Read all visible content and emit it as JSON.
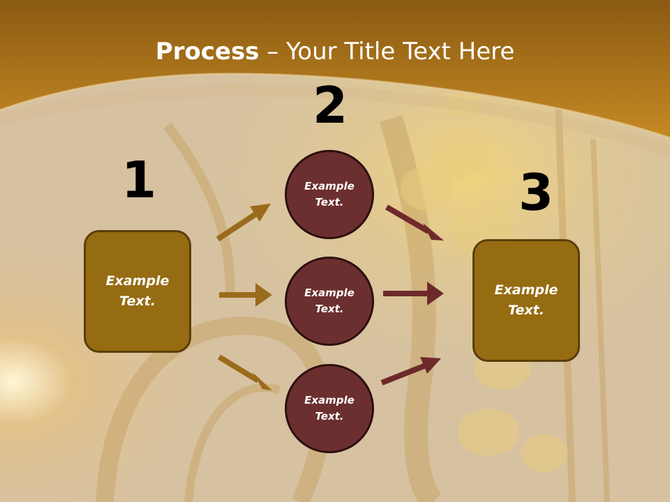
{
  "slide": {
    "title_bold": "Process",
    "title_rest": " – Your Title Text Here"
  },
  "steps": [
    {
      "number": "1"
    },
    {
      "number": "2"
    },
    {
      "number": "3"
    }
  ],
  "nodes": {
    "start": {
      "label": "Example\nText."
    },
    "middle": [
      {
        "label": "Example\nText."
      },
      {
        "label": "Example\nText."
      },
      {
        "label": "Example\nText."
      }
    ],
    "end": {
      "label": "Example\nText."
    }
  },
  "colors": {
    "banner": "#c08526",
    "box_fill": "#966c12",
    "circle_fill": "#6b2f2f",
    "arrow_gold": "#9b6b1c",
    "arrow_maroon": "#6e2a2a"
  }
}
